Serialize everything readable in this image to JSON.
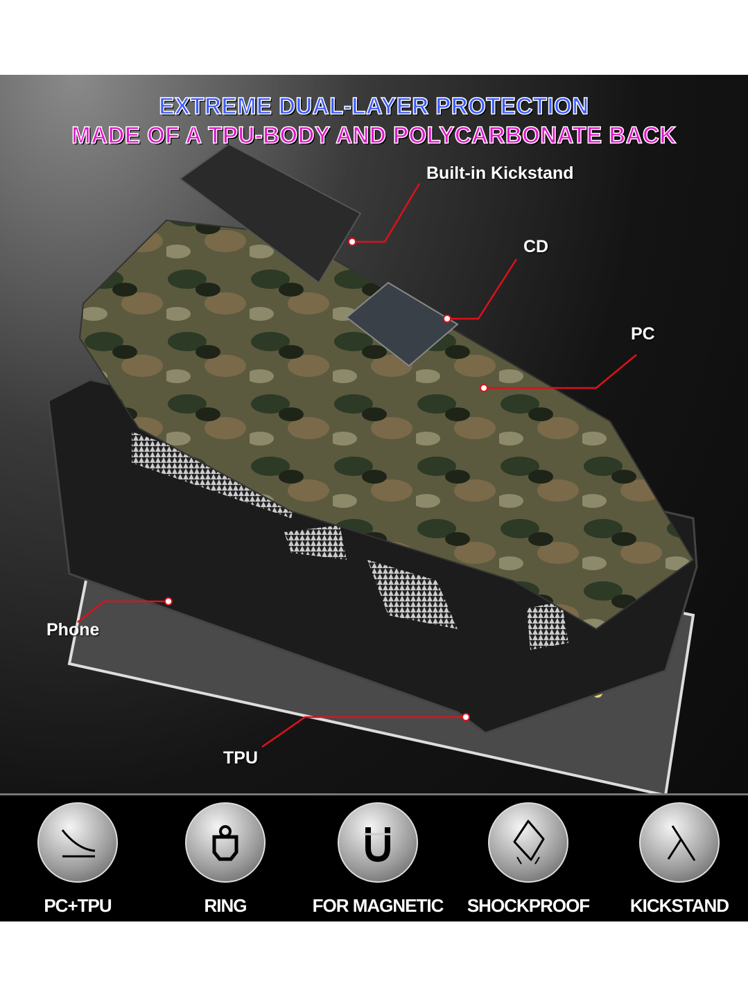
{
  "headline": {
    "line1": "EXTREME DUAL-LAYER PROTECTION",
    "line2": "MADE OF A TPU-BODY AND POLYCARBONATE BACK",
    "line1_color": "#3b5bff",
    "line2_color": "#e018c8"
  },
  "callouts": {
    "kickstand": "Built-in Kickstand",
    "cd": "CD",
    "pc": "PC",
    "phone": "Phone",
    "tpu": "TPU",
    "leader_color": "#e0101a"
  },
  "features": [
    {
      "label": "PC+TPU",
      "icon": "layers-curve-icon"
    },
    {
      "label": "RING",
      "icon": "ring-holder-icon"
    },
    {
      "label": "FOR MAGNETIC",
      "icon": "magnet-icon"
    },
    {
      "label": "SHOCKPROOF",
      "icon": "phone-shock-icon"
    },
    {
      "label": "KICKSTAND",
      "icon": "kickstand-icon"
    }
  ]
}
